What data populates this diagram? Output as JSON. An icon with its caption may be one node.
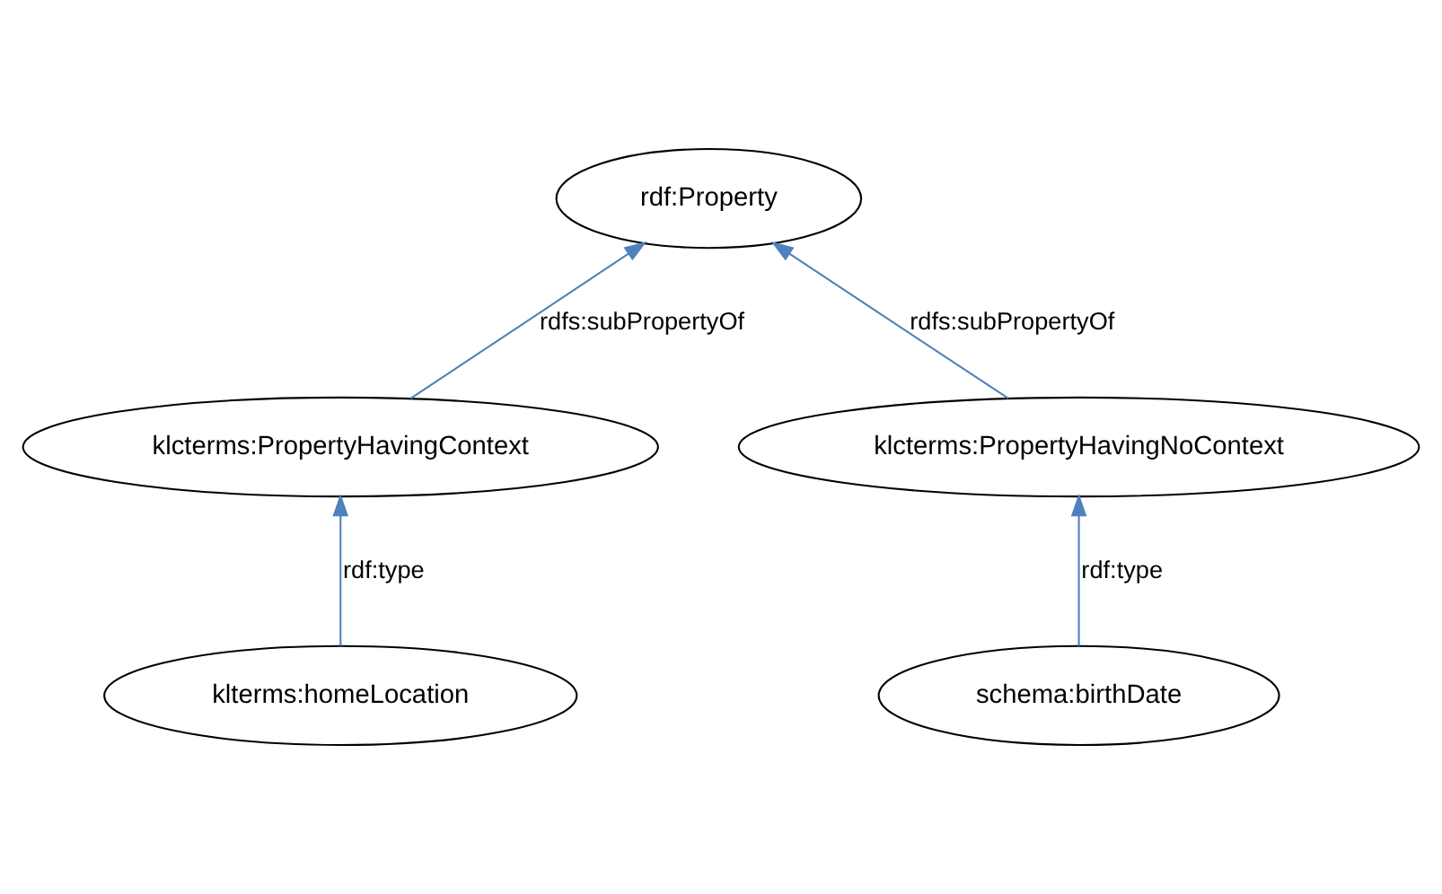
{
  "diagram": {
    "nodes": [
      {
        "text": [
          "rdf:Property"
        ]
      },
      {
        "text": [
          "klcterms:PropertyHavingContext"
        ]
      },
      {
        "text": [
          "klcterms:PropertyHavingNoContext"
        ]
      },
      {
        "text": [
          "klterms:homeLocation"
        ]
      },
      {
        "text": [
          "schema:birthDate"
        ]
      }
    ],
    "edges": [
      {
        "from": 1,
        "to": 0,
        "arrow": "to",
        "label": "rdfs:subPropertyOf",
        "color": "#4f81bd"
      },
      {
        "from": 2,
        "to": 0,
        "arrow": "to",
        "label": "rdfs:subPropertyOf",
        "color": "#4f81bd"
      },
      {
        "from": 3,
        "to": 1,
        "arrow": "to",
        "label": "rdf:type",
        "color": "#4f81bd"
      },
      {
        "from": 4,
        "to": 2,
        "arrow": "to",
        "label": "rdf:type",
        "color": "#4f81bd"
      }
    ]
  }
}
